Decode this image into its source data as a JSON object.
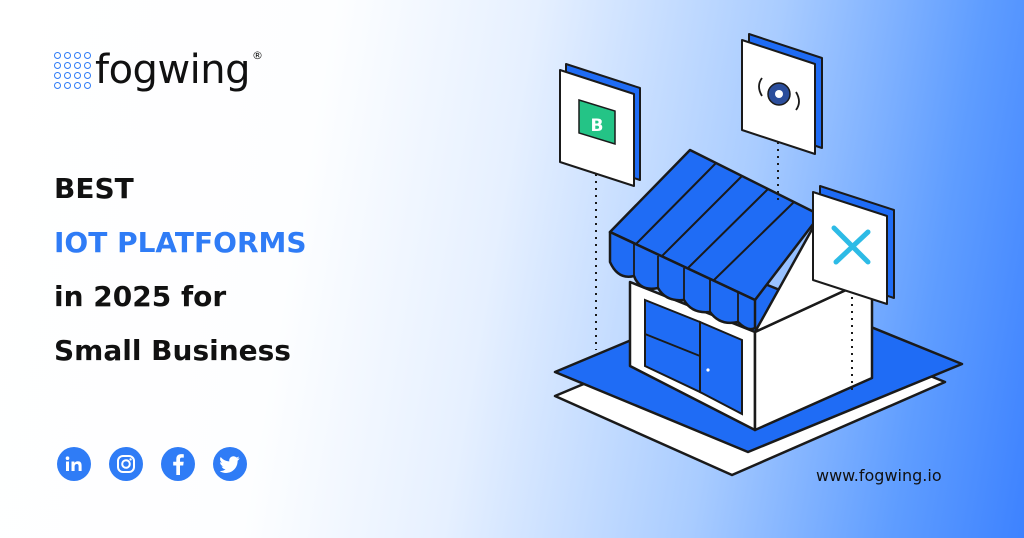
{
  "brand": {
    "name": "fogwing",
    "registered": "®"
  },
  "headline": {
    "line1": "BEST",
    "line2": "IOT PLATFORMS",
    "line3": "in 2025 for",
    "line4": "Small Business"
  },
  "social_icons": [
    "linkedin-icon",
    "instagram-icon",
    "facebook-icon",
    "twitter-icon"
  ],
  "illustration": {
    "card_b_letter": "B"
  },
  "website": "www.fogwing.io",
  "colors": {
    "accent": "#2f7cf6",
    "text": "#111111"
  }
}
